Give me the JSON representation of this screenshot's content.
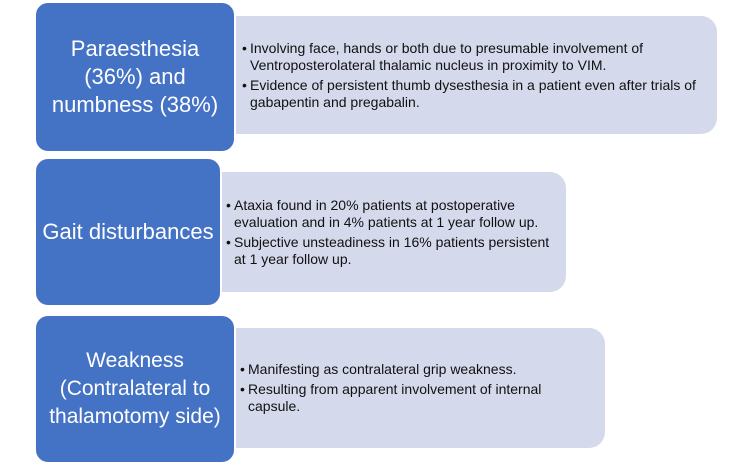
{
  "rows": [
    {
      "heading": "Paraesthesia (36%) and numbness (38%)",
      "bullets": [
        "Involving face, hands or both due to presumable involvement of Ventroposterolateral thalamic nucleus in proximity to VIM.",
        "Evidence of persistent thumb dysesthesia in a patient even after trials of gabapentin and pregabalin."
      ]
    },
    {
      "heading": "Gait disturbances",
      "bullets": [
        "Ataxia found in 20% patients at postoperative evaluation and in 4% patients at 1 year follow up.",
        "Subjective unsteadiness in 16% patients persistent at 1 year follow up."
      ]
    },
    {
      "heading": "Weakness (Contralateral to thalamotomy side)",
      "bullets": [
        "Manifesting as contralateral grip weakness.",
        "Resulting from apparent involvement of internal capsule."
      ]
    }
  ],
  "colors": {
    "header_fill": "#4472c4",
    "detail_fill": "#d5d9ec",
    "header_text": "#ffffff",
    "detail_text": "#111111"
  }
}
